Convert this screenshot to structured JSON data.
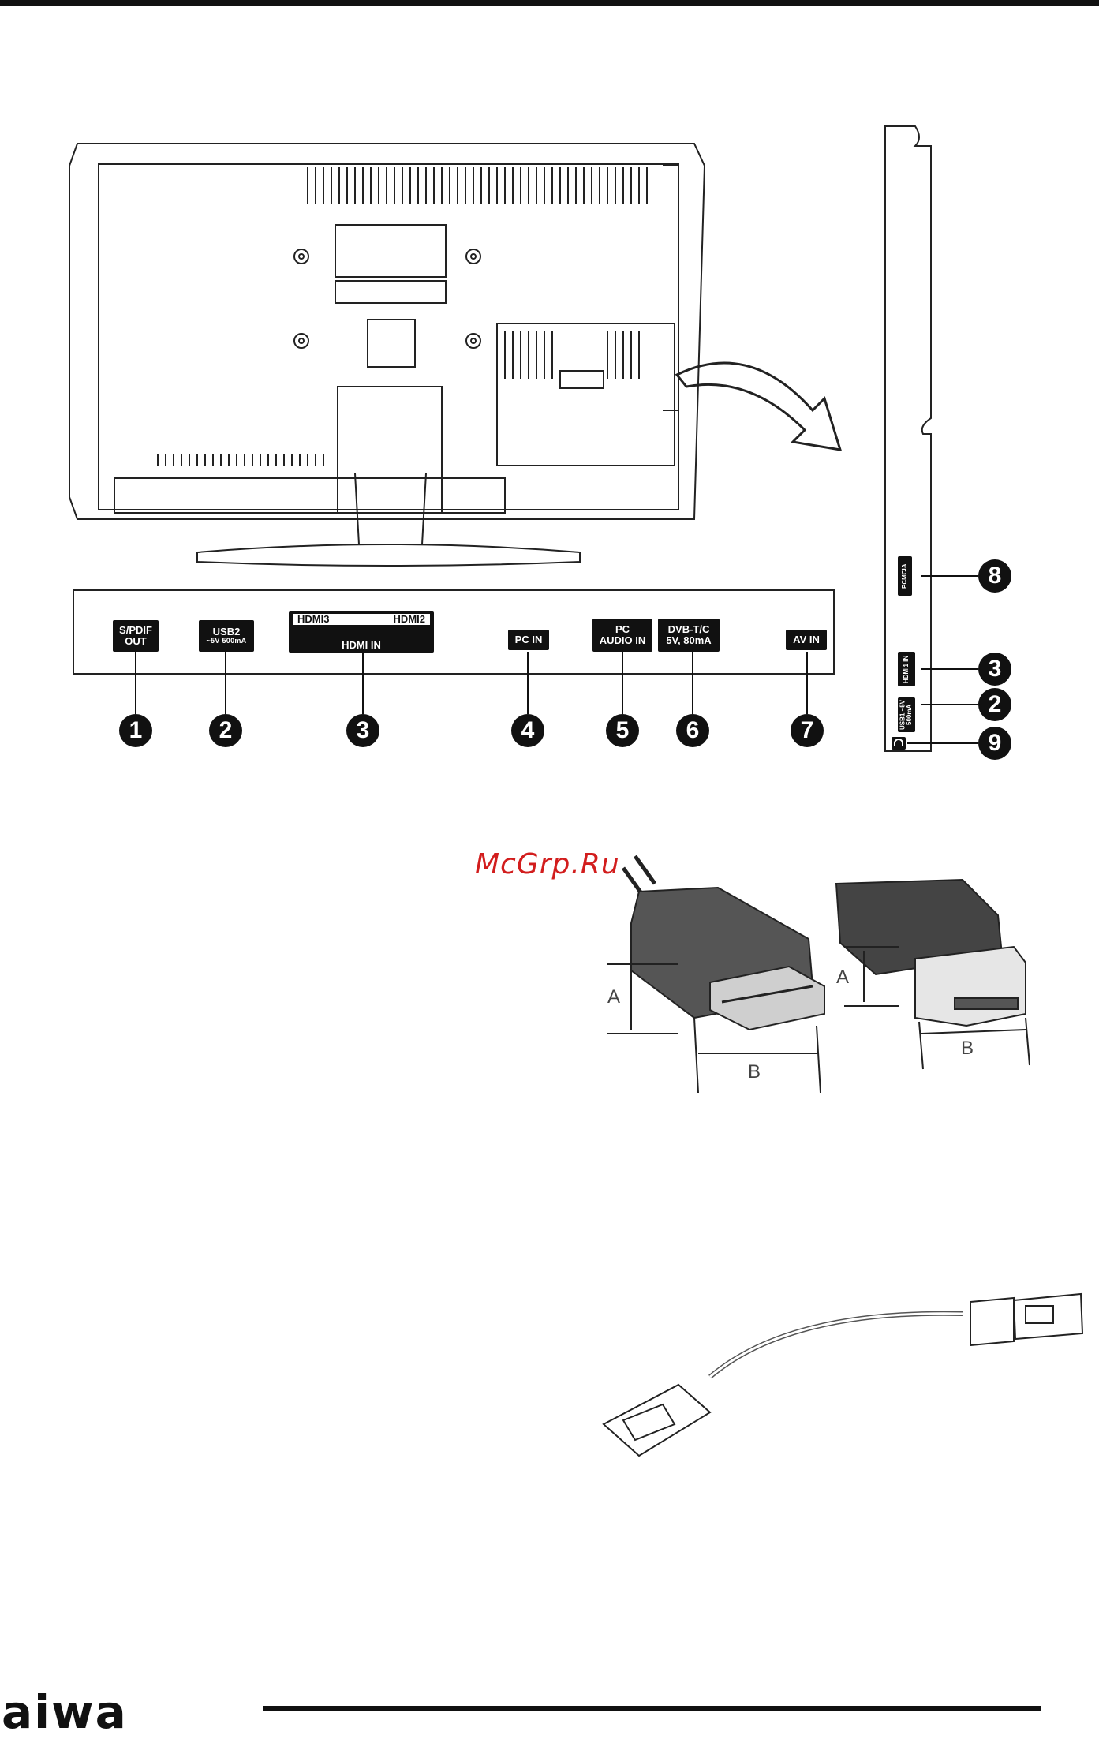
{
  "rear_panel": {
    "sockets": [
      {
        "id": "spdif",
        "line1": "S/PDIF",
        "line2": "OUT",
        "number": "1"
      },
      {
        "id": "usb2",
        "line1": "USB2",
        "line2": "~5V 500mA",
        "number": "2"
      },
      {
        "id": "hdmi",
        "left": "HDMI3",
        "right": "HDMI2",
        "bottom": "HDMI IN",
        "number": "3"
      },
      {
        "id": "pcin",
        "line1": "PC IN",
        "number": "4"
      },
      {
        "id": "pcaudio",
        "line1": "PC",
        "line2": "AUDIO IN",
        "number": "5"
      },
      {
        "id": "dvb",
        "line1": "DVB-T/C",
        "line2": "5V, 80mA",
        "number": "6"
      },
      {
        "id": "avin",
        "line1": "AV IN",
        "number": "7"
      }
    ]
  },
  "side_panel": {
    "pcmcia": {
      "label": "PCMCIA",
      "number": "8"
    },
    "hdmi1": {
      "label": "HDMI1 IN",
      "number": "3"
    },
    "usb1": {
      "label": "USB1 ~5V 500mA",
      "number": "2"
    },
    "headphone": {
      "number": "9"
    }
  },
  "watermark": "McGrp.Ru",
  "connector_dims": {
    "a": "A",
    "b": "B"
  },
  "brand": "aiwa"
}
